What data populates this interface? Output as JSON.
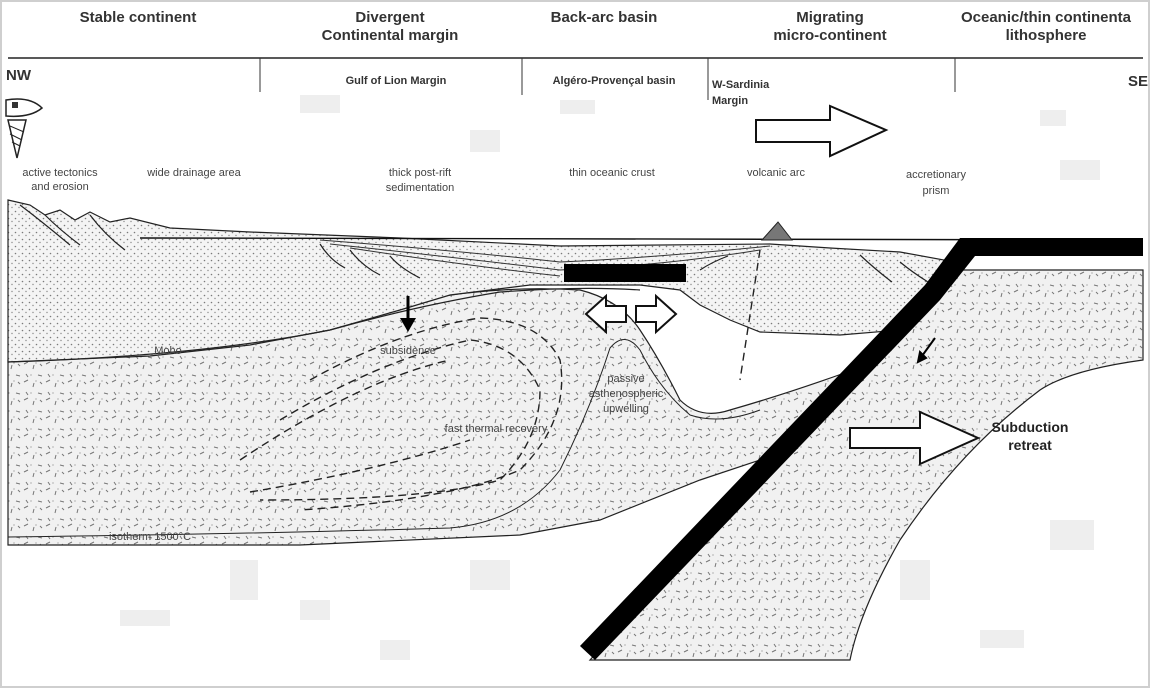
{
  "headers": [
    {
      "lines": [
        "Stable continent"
      ]
    },
    {
      "lines": [
        "Divergent",
        "Continental margin"
      ]
    },
    {
      "lines": [
        "Back-arc basin"
      ]
    },
    {
      "lines": [
        "Migrating",
        "micro-continent"
      ]
    },
    {
      "lines": [
        "Oceanic/thin continenta",
        "lithosphere"
      ]
    }
  ],
  "direction": {
    "left": "NW",
    "right": "SE"
  },
  "subheaders": [
    {
      "lines": [
        "Gulf of Lion Margin"
      ]
    },
    {
      "lines": [
        "Algéro-Provençal basin"
      ]
    },
    {
      "lines": [
        "W-Sardinia",
        "Margin"
      ]
    }
  ],
  "labels": {
    "tectonics": [
      "active tectonics",
      "and erosion"
    ],
    "drainage": [
      "wide drainage area"
    ],
    "sedimentation": [
      "thick post-rift",
      "sedimentation"
    ],
    "oceanic_crust": [
      "thin oceanic crust"
    ],
    "volcanic_arc": [
      "volcanic arc"
    ],
    "prism": [
      "accretionary",
      "prism"
    ],
    "moho": [
      "Moho"
    ],
    "subsidence": [
      "subsidence"
    ],
    "upwelling": [
      "passive",
      "asthenospheric",
      "upwelling"
    ],
    "thermal": [
      "fast thermal recovery"
    ],
    "isotherm": [
      "isotherm 1500°C"
    ],
    "retreat": [
      "Subduction",
      "retreat"
    ]
  },
  "colors": {
    "ink": "#1a1a1a",
    "stipple": "#7a7a7a",
    "fill": "#f3f3f3",
    "slab": "#000000"
  }
}
